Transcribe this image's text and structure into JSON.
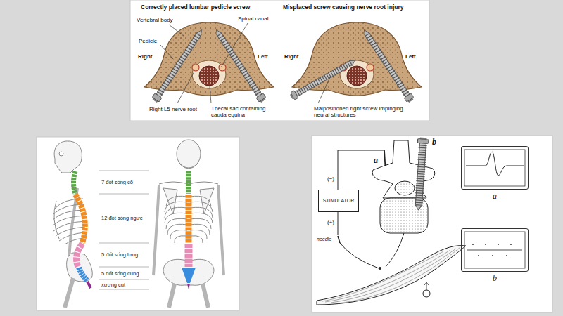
{
  "diagram": {
    "nodes": [
      {
        "text": [
          "STIMULATOR"
        ]
      },
      {
        "text": [
          "a"
        ]
      },
      {
        "text": [
          "b"
        ]
      }
    ],
    "labels": [
      "Correctly placed lumbar pedicle screw",
      "Misplaced screw causing nerve root injury",
      "Vertebral body",
      "Spinal canal",
      "Pedicle",
      "Right",
      "Left",
      "Right L5 nerve root",
      "Thecal sac containing cauda equina",
      "Right",
      "Left",
      "Malpositioned right screw impinging neural structures",
      "7 đốt sống cổ",
      "12 đốt sống ngực",
      "5 đốt sống lưng",
      "5 đốt sống cùng",
      "xương cụt",
      "(−)",
      "(+)",
      "needle",
      "a",
      "b"
    ]
  }
}
